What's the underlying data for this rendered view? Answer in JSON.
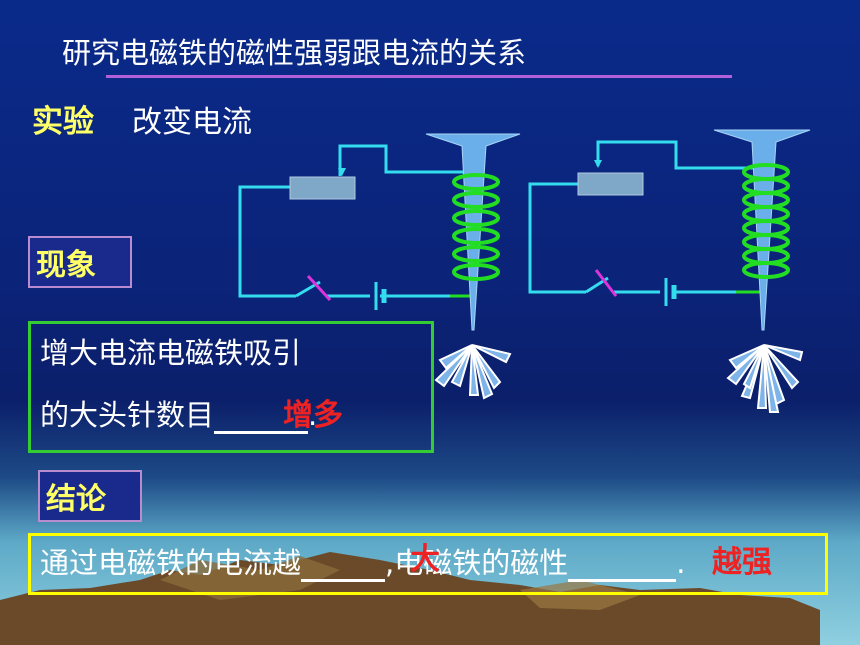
{
  "title": "研究电磁铁的磁性强弱跟电流的关系",
  "experiment": {
    "label": "实验",
    "text": "改变电流"
  },
  "phenomenon": {
    "label": "现象",
    "line1": "增大电流电磁铁吸引",
    "line2_prefix": "的大头针数目",
    "line2_suffix": ".",
    "answer": "增多"
  },
  "conclusion": {
    "label": "结论",
    "prefix": "通过电磁铁的电流越",
    "answer1": "大",
    "middle": ",电磁铁的磁性",
    "answer2": "越强",
    "suffix": "."
  },
  "colors": {
    "wire": "#33ddee",
    "coil": "#22dd22",
    "answer": "#ee2222",
    "label": "#ffff66"
  }
}
